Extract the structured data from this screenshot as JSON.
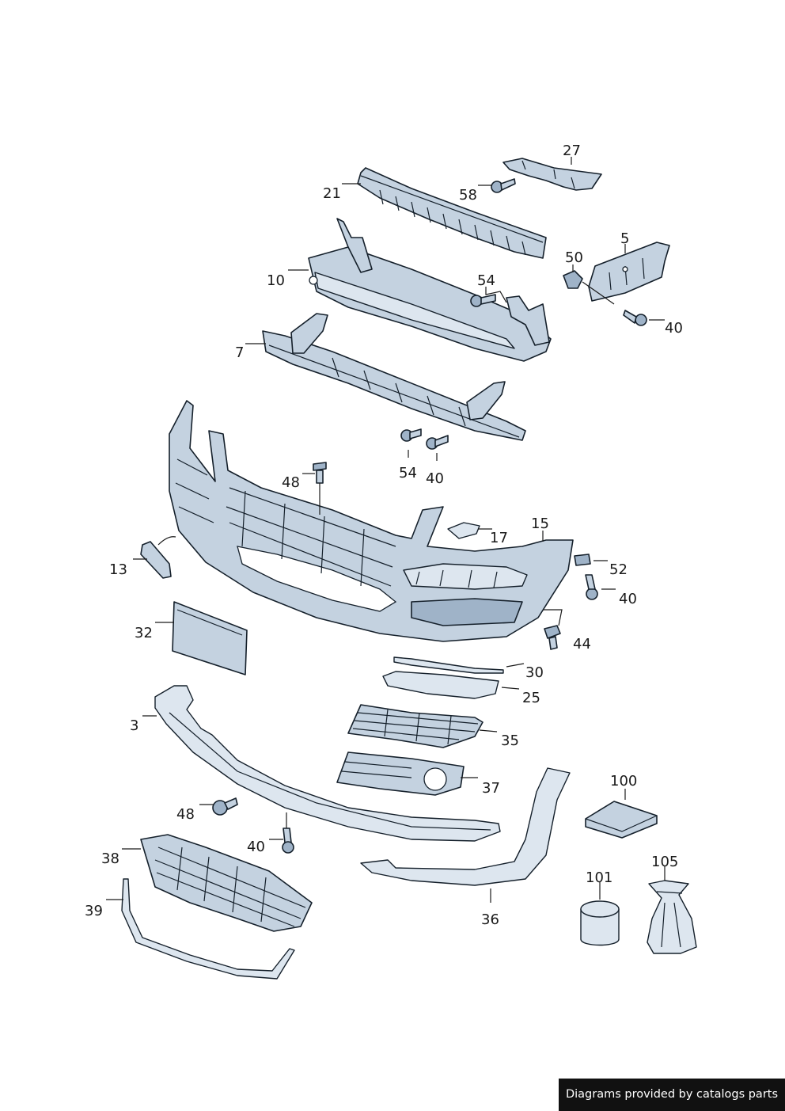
{
  "callouts": [
    {
      "id": "c27",
      "text": "27"
    },
    {
      "id": "c21",
      "text": "21"
    },
    {
      "id": "c58",
      "text": "58"
    },
    {
      "id": "c5",
      "text": "5"
    },
    {
      "id": "c50",
      "text": "50"
    },
    {
      "id": "c10",
      "text": "10"
    },
    {
      "id": "c54a",
      "text": "54"
    },
    {
      "id": "c40a",
      "text": "40"
    },
    {
      "id": "c7",
      "text": "7"
    },
    {
      "id": "c54b",
      "text": "54"
    },
    {
      "id": "c40b",
      "text": "40"
    },
    {
      "id": "c48a",
      "text": "48"
    },
    {
      "id": "c15",
      "text": "15"
    },
    {
      "id": "c17",
      "text": "17"
    },
    {
      "id": "c13",
      "text": "13"
    },
    {
      "id": "c52",
      "text": "52"
    },
    {
      "id": "c40c",
      "text": "40"
    },
    {
      "id": "c32",
      "text": "32"
    },
    {
      "id": "c44",
      "text": "44"
    },
    {
      "id": "c30",
      "text": "30"
    },
    {
      "id": "c25",
      "text": "25"
    },
    {
      "id": "c3",
      "text": "3"
    },
    {
      "id": "c35",
      "text": "35"
    },
    {
      "id": "c37",
      "text": "37"
    },
    {
      "id": "c100",
      "text": "100"
    },
    {
      "id": "c48b",
      "text": "48"
    },
    {
      "id": "c40d",
      "text": "40"
    },
    {
      "id": "c105",
      "text": "105"
    },
    {
      "id": "c38",
      "text": "38"
    },
    {
      "id": "c101",
      "text": "101"
    },
    {
      "id": "c39",
      "text": "39"
    },
    {
      "id": "c36",
      "text": "36"
    }
  ],
  "footer": {
    "text": "Diagrams provided by catalogs parts"
  },
  "colors": {
    "part_fill": "#c4d2e0",
    "outline": "#15202b",
    "footer_bg": "#111111",
    "footer_text": "#ffffff"
  }
}
